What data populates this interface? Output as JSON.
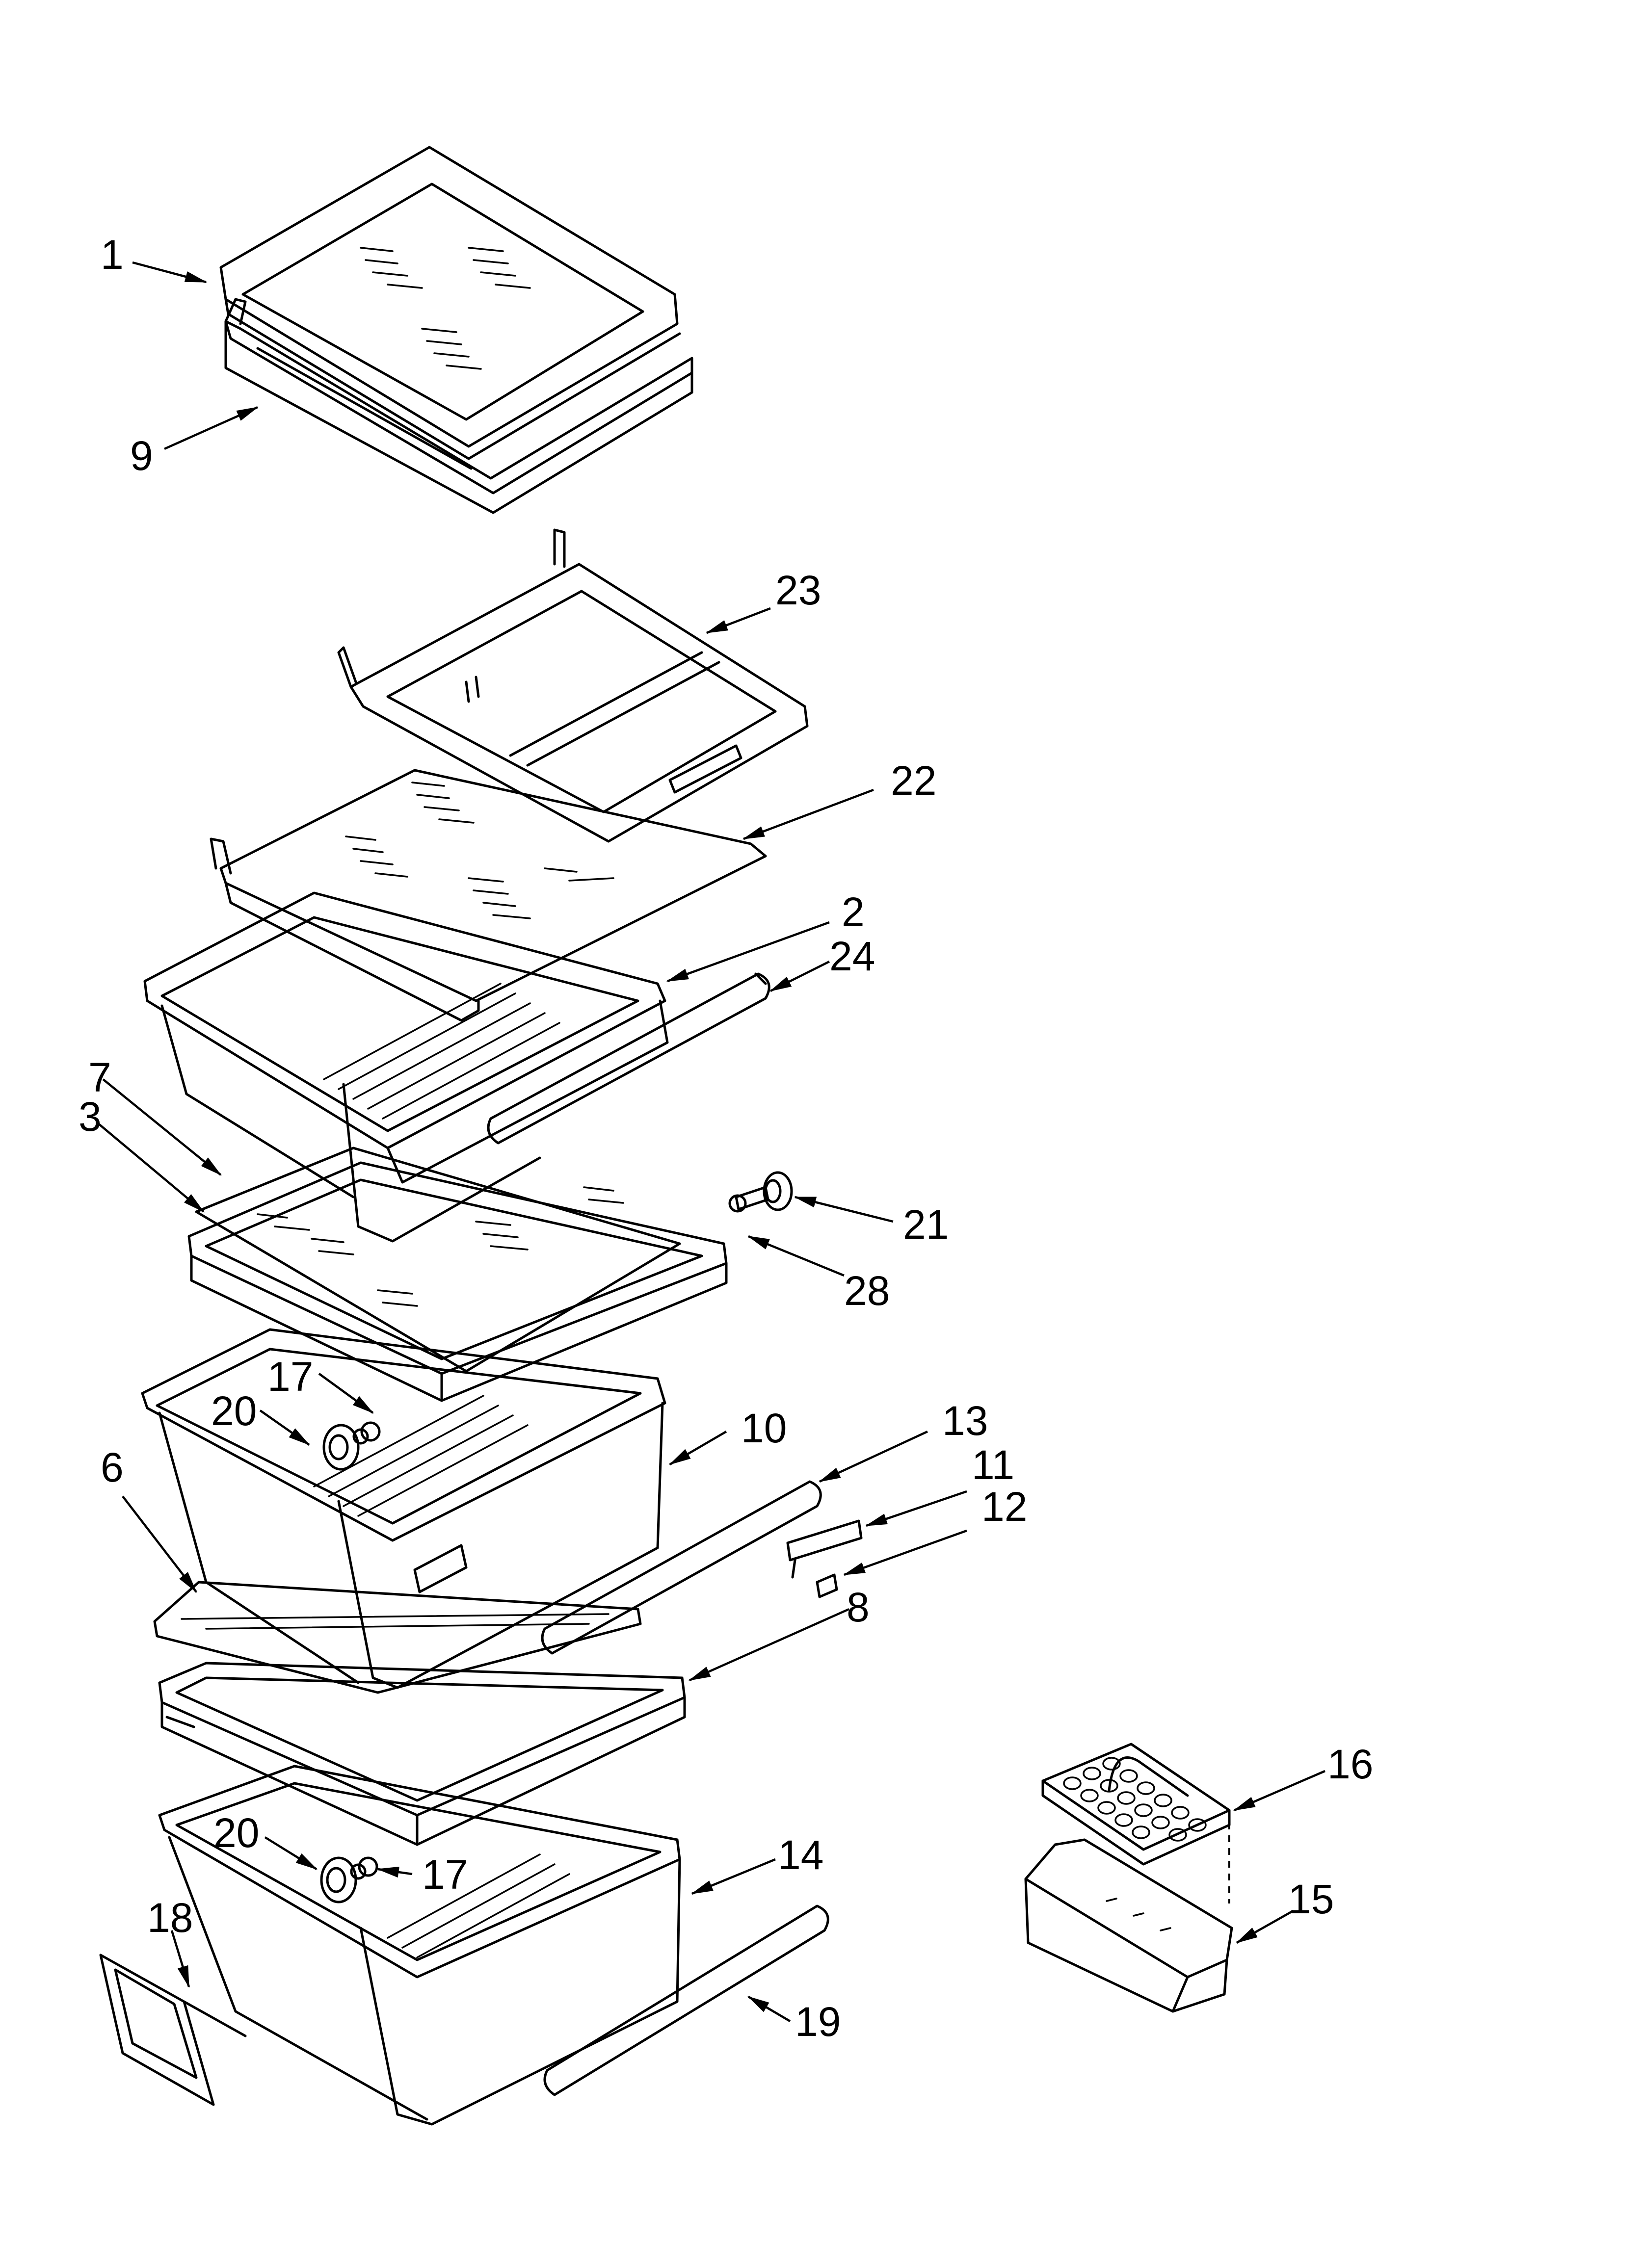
{
  "diagram": {
    "callouts": [
      {
        "id": "c1",
        "label": "1"
      },
      {
        "id": "c9",
        "label": "9"
      },
      {
        "id": "c23",
        "label": "23"
      },
      {
        "id": "c22",
        "label": "22"
      },
      {
        "id": "c2",
        "label": "2"
      },
      {
        "id": "c24",
        "label": "24"
      },
      {
        "id": "c7",
        "label": "7"
      },
      {
        "id": "c3",
        "label": "3"
      },
      {
        "id": "c21",
        "label": "21"
      },
      {
        "id": "c28",
        "label": "28"
      },
      {
        "id": "c17a",
        "label": "17"
      },
      {
        "id": "c20a",
        "label": "20"
      },
      {
        "id": "c10",
        "label": "10"
      },
      {
        "id": "c13",
        "label": "13"
      },
      {
        "id": "c6",
        "label": "6"
      },
      {
        "id": "c11",
        "label": "11"
      },
      {
        "id": "c12",
        "label": "12"
      },
      {
        "id": "c8",
        "label": "8"
      },
      {
        "id": "c16",
        "label": "16"
      },
      {
        "id": "c20b",
        "label": "20"
      },
      {
        "id": "c14",
        "label": "14"
      },
      {
        "id": "c17b",
        "label": "17"
      },
      {
        "id": "c15",
        "label": "15"
      },
      {
        "id": "c18",
        "label": "18"
      },
      {
        "id": "c19",
        "label": "19"
      }
    ]
  }
}
